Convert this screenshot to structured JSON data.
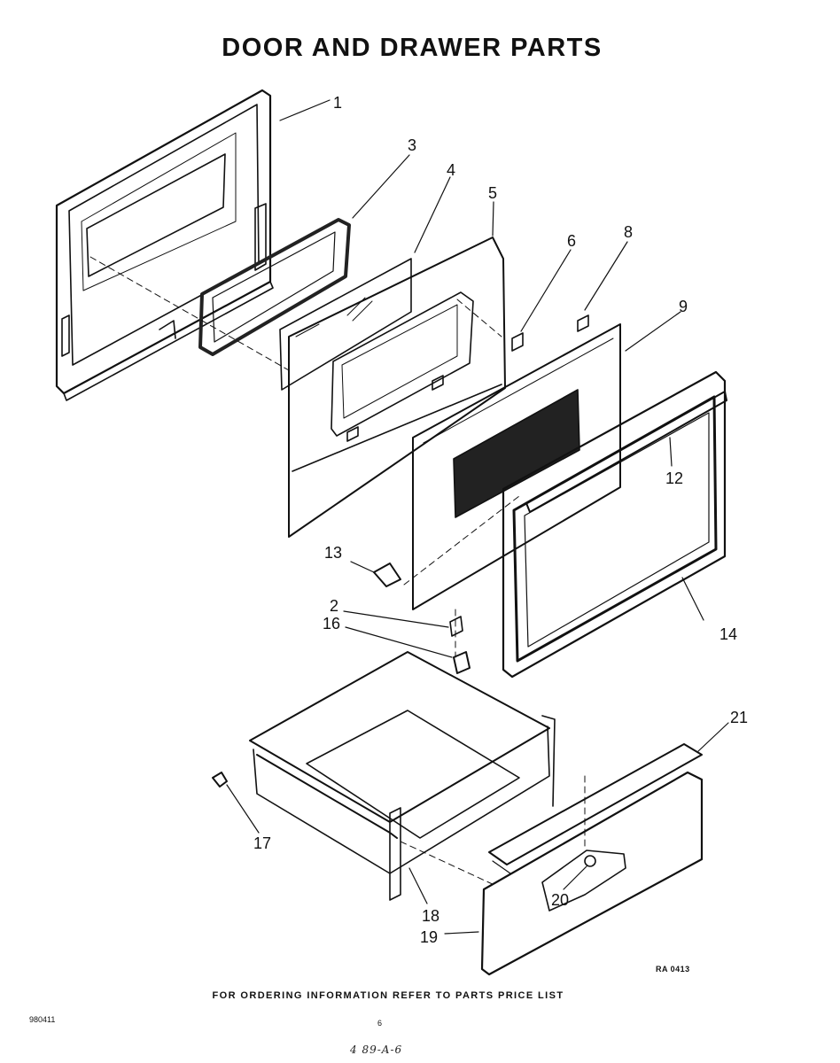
{
  "title": "DOOR AND DRAWER PARTS",
  "footer_note": "FOR ORDERING INFORMATION REFER TO PARTS PRICE LIST",
  "diagram_code": "RA 0413",
  "doc_number": "980411",
  "page_number": "6",
  "handwritten_note": "4 89-A-6",
  "callouts": [
    "1",
    "2",
    "3",
    "4",
    "5",
    "6",
    "8",
    "9",
    "12",
    "13",
    "14",
    "16",
    "17",
    "18",
    "19",
    "20",
    "21"
  ],
  "colors": {
    "ink": "#111111",
    "paper": "#ffffff",
    "screen": "#222222"
  }
}
